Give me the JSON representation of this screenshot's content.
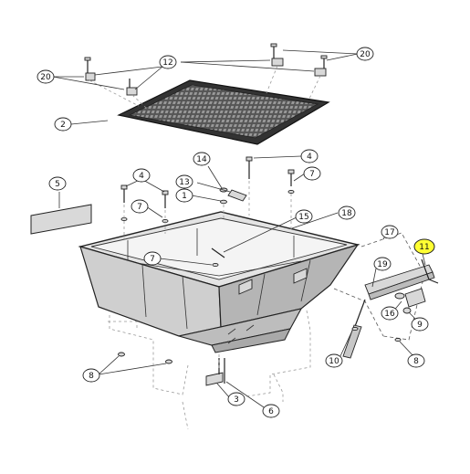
{
  "callouts": [
    {
      "id": "c20a",
      "label": "20"
    },
    {
      "id": "c12",
      "label": "12"
    },
    {
      "id": "c20b",
      "label": "20"
    },
    {
      "id": "c2",
      "label": "2"
    },
    {
      "id": "c14",
      "label": "14"
    },
    {
      "id": "c4a",
      "label": "4"
    },
    {
      "id": "c4b",
      "label": "4"
    },
    {
      "id": "c7a",
      "label": "7"
    },
    {
      "id": "c5",
      "label": "5"
    },
    {
      "id": "c13",
      "label": "13"
    },
    {
      "id": "c1",
      "label": "1"
    },
    {
      "id": "c7b",
      "label": "7"
    },
    {
      "id": "c15",
      "label": "15"
    },
    {
      "id": "c18",
      "label": "18"
    },
    {
      "id": "c17",
      "label": "17"
    },
    {
      "id": "c11",
      "label": "11",
      "highlighted": true
    },
    {
      "id": "c7c",
      "label": "7"
    },
    {
      "id": "c19",
      "label": "19"
    },
    {
      "id": "c16",
      "label": "16"
    },
    {
      "id": "c9",
      "label": "9"
    },
    {
      "id": "c10",
      "label": "10"
    },
    {
      "id": "c8a",
      "label": "8"
    },
    {
      "id": "c8b",
      "label": "8"
    },
    {
      "id": "c3",
      "label": "3"
    },
    {
      "id": "c6",
      "label": "6"
    }
  ],
  "colors": {
    "highlight": "#ffff33",
    "line": "#222222",
    "part_fill": "#cfcfcf"
  }
}
